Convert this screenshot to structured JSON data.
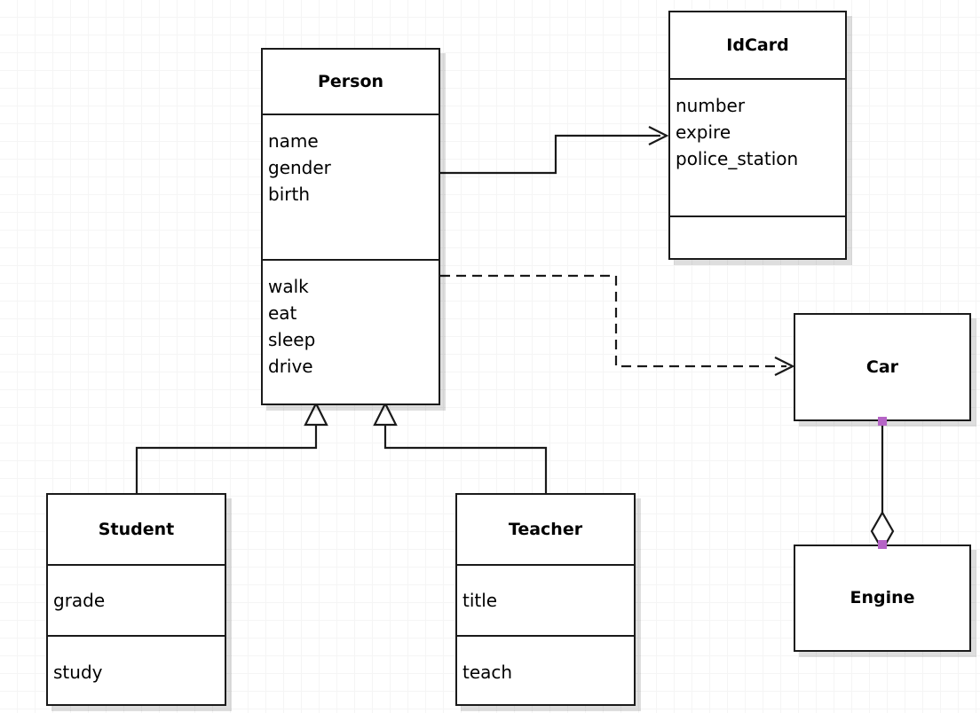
{
  "diagram": {
    "kind": "uml-class-diagram",
    "background": "#ffffff",
    "grid_color": "#ededed",
    "stroke_color": "#1a1a1a",
    "handle_color": "#b564c6"
  },
  "classes": {
    "person": {
      "name": "Person",
      "attributes": [
        "name",
        "gender",
        "birth"
      ],
      "methods": [
        "walk",
        "eat",
        "sleep",
        "drive"
      ]
    },
    "idcard": {
      "name": "IdCard",
      "attributes": [
        "number",
        "expire",
        "police_station"
      ],
      "methods": []
    },
    "student": {
      "name": "Student",
      "attributes": [
        "grade"
      ],
      "methods": [
        "study"
      ]
    },
    "teacher": {
      "name": "Teacher",
      "attributes": [
        "title"
      ],
      "methods": [
        "teach"
      ]
    },
    "car": {
      "name": "Car",
      "attributes": [],
      "methods": []
    },
    "engine": {
      "name": "Engine",
      "attributes": [],
      "methods": []
    }
  },
  "relations": [
    {
      "id": "person-idcard",
      "type": "association",
      "from": "Person",
      "to": "IdCard",
      "line": "solid",
      "head": "open-arrow"
    },
    {
      "id": "person-car",
      "type": "dependency",
      "from": "Person",
      "to": "Car",
      "line": "dashed",
      "head": "open-arrow"
    },
    {
      "id": "student-person",
      "type": "generalization",
      "from": "Student",
      "to": "Person",
      "line": "solid",
      "head": "hollow-triangle"
    },
    {
      "id": "teacher-person",
      "type": "generalization",
      "from": "Teacher",
      "to": "Person",
      "line": "solid",
      "head": "hollow-triangle"
    },
    {
      "id": "car-engine",
      "type": "aggregation",
      "from": "Car",
      "to": "Engine",
      "line": "solid",
      "head": "hollow-diamond"
    }
  ]
}
